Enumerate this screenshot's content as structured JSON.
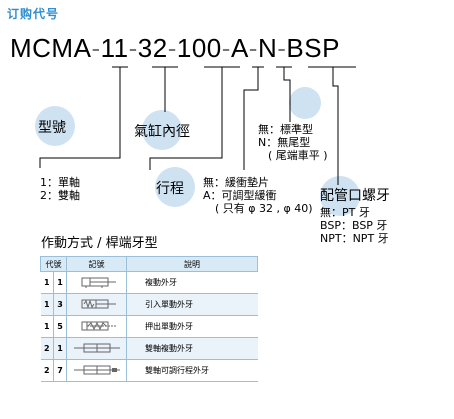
{
  "header": {
    "title": "订购代号"
  },
  "model_code": {
    "parts": [
      "MCMA",
      "11",
      "32",
      "100",
      "A",
      "N",
      "BSP"
    ],
    "separator": "-"
  },
  "labels": {
    "model_no": "型號",
    "bore": "氣缸內徑",
    "stroke": "行程",
    "port_thread": "配管口螺牙"
  },
  "model_options": [
    "1：單軸",
    "2：雙軸"
  ],
  "stroke_options": [
    "無：緩衝墊片",
    "A：可調型緩衝",
    "( 只有 φ 32 , φ 40)"
  ],
  "type_options": [
    "無：標準型",
    "N：無尾型",
    "( 尾端車平 )"
  ],
  "port_options": [
    "無：PT 牙",
    "BSP：BSP 牙",
    "NPT：NPT 牙"
  ],
  "section_title": "作動方式 / 桿端牙型",
  "table": {
    "headers": [
      "代號",
      "記號",
      "說明"
    ],
    "rows": [
      {
        "c1": "1",
        "c2": "1",
        "desc": "複動外牙"
      },
      {
        "c1": "1",
        "c2": "3",
        "desc": "引入單動外牙"
      },
      {
        "c1": "1",
        "c2": "5",
        "desc": "押出單動外牙"
      },
      {
        "c1": "2",
        "c2": "1",
        "desc": "雙軸複動外牙"
      },
      {
        "c1": "2",
        "c2": "7",
        "desc": "雙軸可調行程外牙"
      }
    ]
  },
  "colors": {
    "accent": "#2f8fd0",
    "bubble": "#cfe2f2",
    "table_header": "#d8eaf6"
  }
}
